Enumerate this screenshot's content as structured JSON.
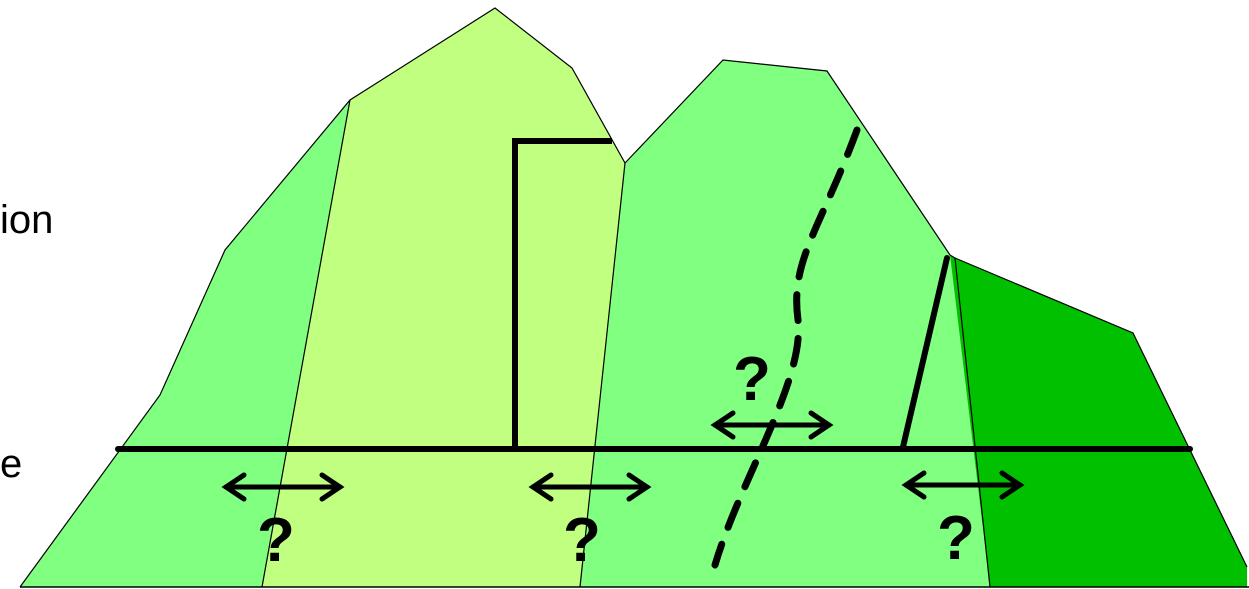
{
  "labels": {
    "left_word_upper": "ion",
    "left_word_lower": "e"
  },
  "question_marks": [
    {
      "id": "q1",
      "text": "?"
    },
    {
      "id": "q2",
      "text": "?"
    },
    {
      "id": "q3",
      "text": "?"
    },
    {
      "id": "q4",
      "text": "?"
    }
  ],
  "colors": {
    "zone_medium_green": "#80FF80",
    "zone_light_green": "#C0FF80",
    "zone_dark_green": "#00C000",
    "line": "#000000",
    "background": "#FFFFFF"
  }
}
